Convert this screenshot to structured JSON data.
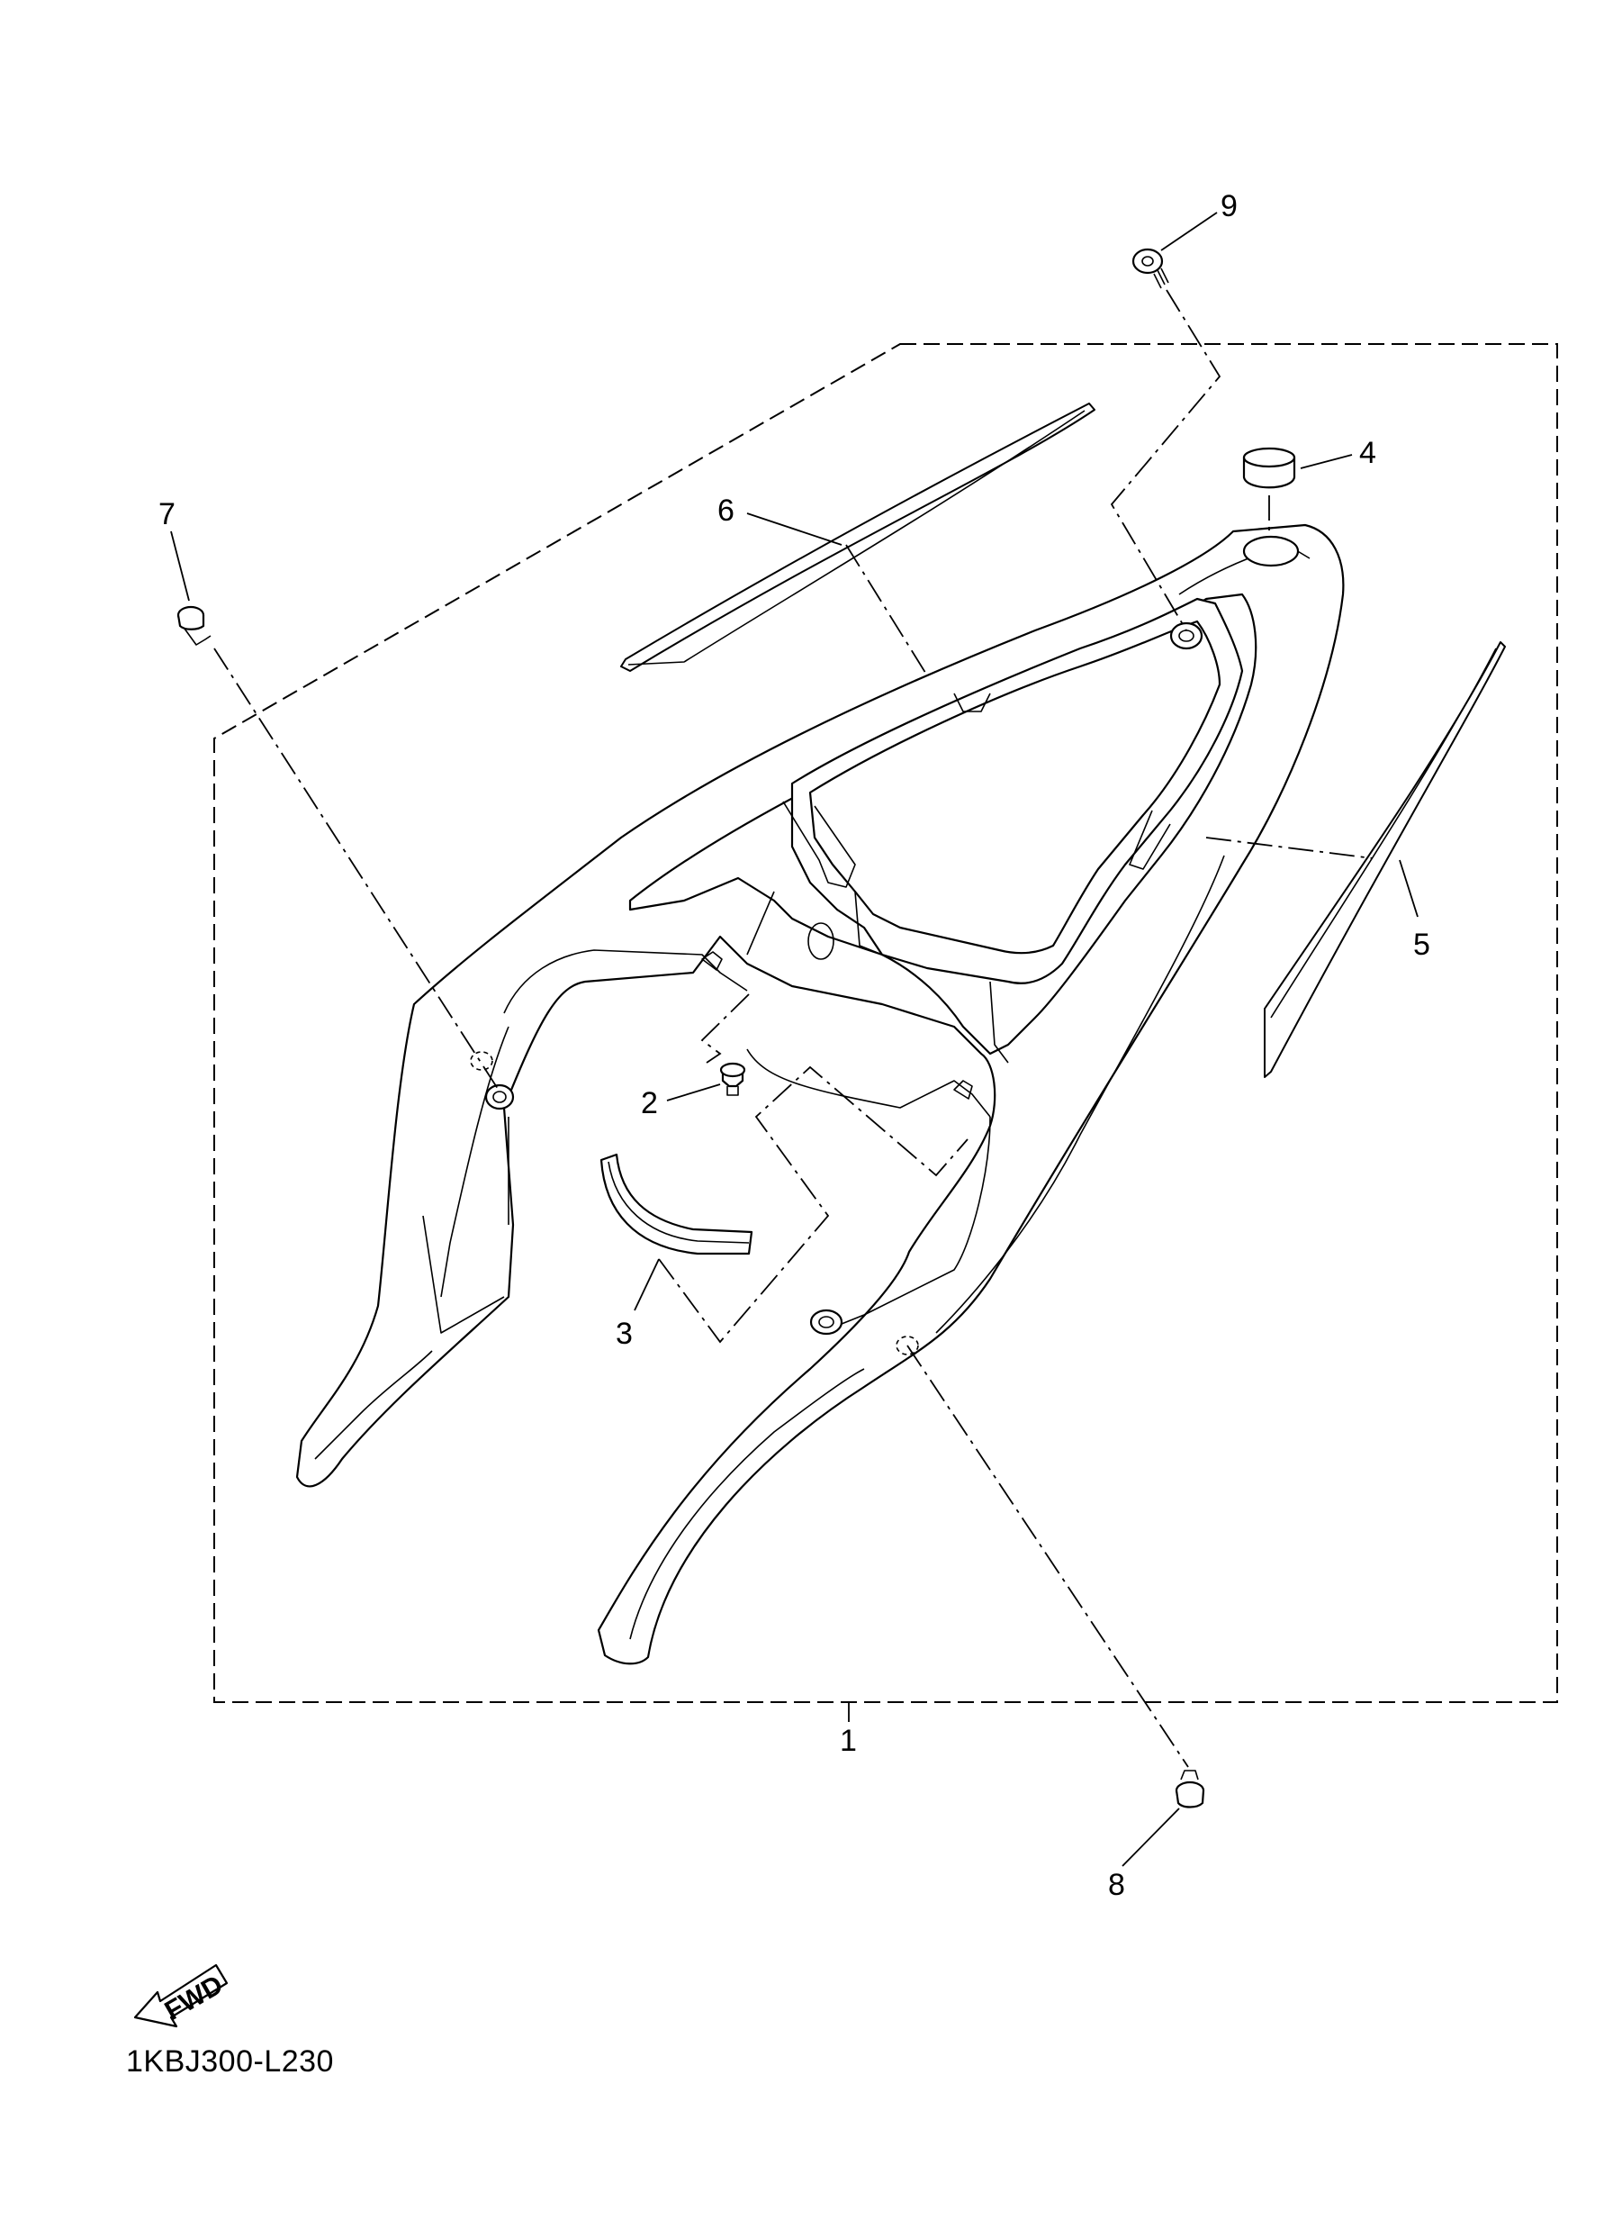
{
  "diagram": {
    "callouts": [
      "1",
      "2",
      "3",
      "4",
      "5",
      "6",
      "7",
      "8",
      "9"
    ],
    "fwd_arrow_text": "FWD",
    "drawing_code": "1KBJ300-L230"
  }
}
